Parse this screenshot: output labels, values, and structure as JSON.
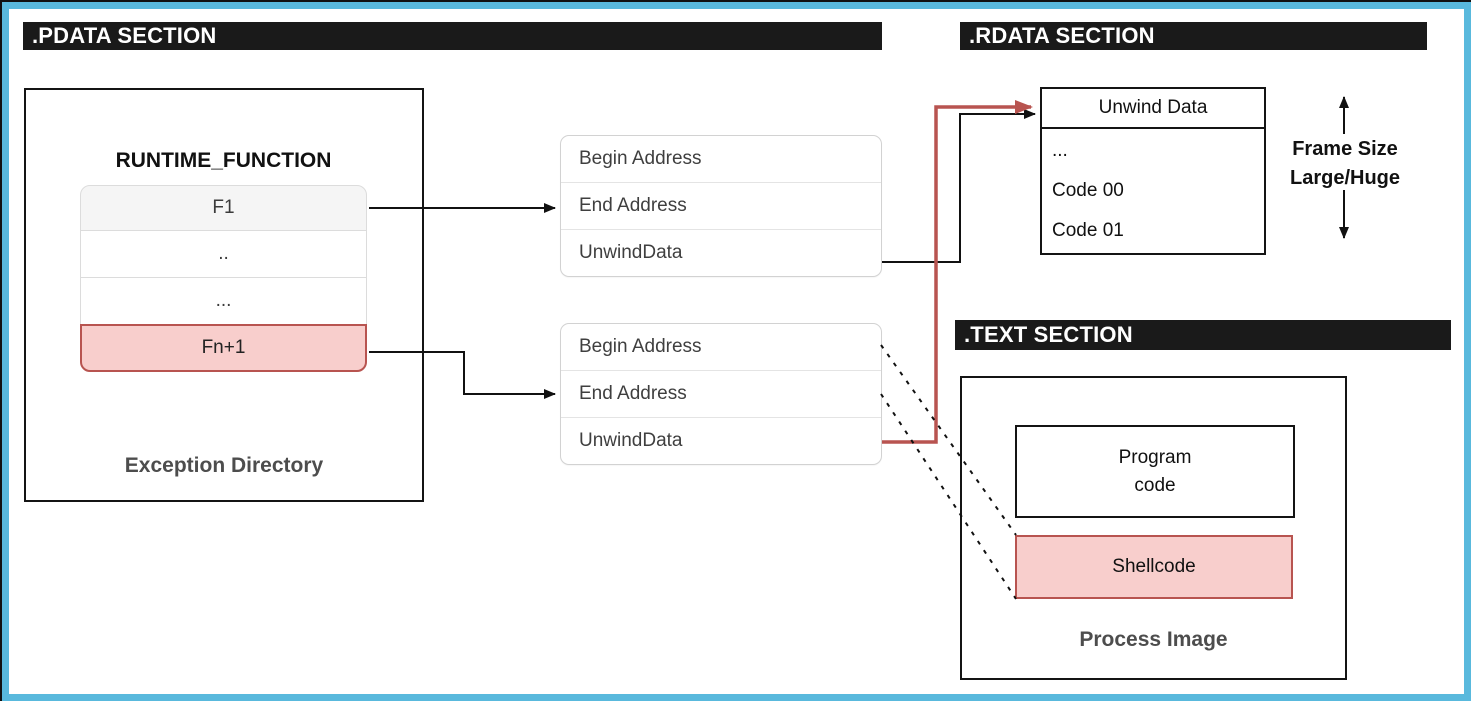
{
  "sections": {
    "pdata": ".PDATA SECTION",
    "rdata": ".RDATA SECTION",
    "text": ".TEXT SECTION"
  },
  "pdata": {
    "runtime_function_title": "RUNTIME_FUNCTION",
    "rows": [
      "F1",
      "..",
      "...",
      "Fn+1"
    ],
    "box_label": "Exception Directory"
  },
  "runtime_function_entries": {
    "entry1": {
      "rows": [
        "Begin Address",
        "End Address",
        "UnwindData"
      ]
    },
    "entry2": {
      "rows": [
        "Begin Address",
        "End Address",
        "UnwindData"
      ]
    }
  },
  "rdata": {
    "unwind_table": {
      "header": "Unwind Data",
      "rows": [
        "...",
        "Code 00",
        "Code 01"
      ]
    },
    "frame_size": {
      "line1": "Frame Size",
      "line2": "Large/Huge"
    }
  },
  "text_section": {
    "program_code": {
      "line1": "Program",
      "line2": "code"
    },
    "shellcode": "Shellcode",
    "box_label": "Process Image"
  },
  "colors": {
    "highlight_fill": "#f8cecc",
    "highlight_stroke": "#b85450",
    "header_bar_bg": "#1a1a1a",
    "frame_border": "#59b9dd",
    "muted_label": "#4d4d4d"
  }
}
